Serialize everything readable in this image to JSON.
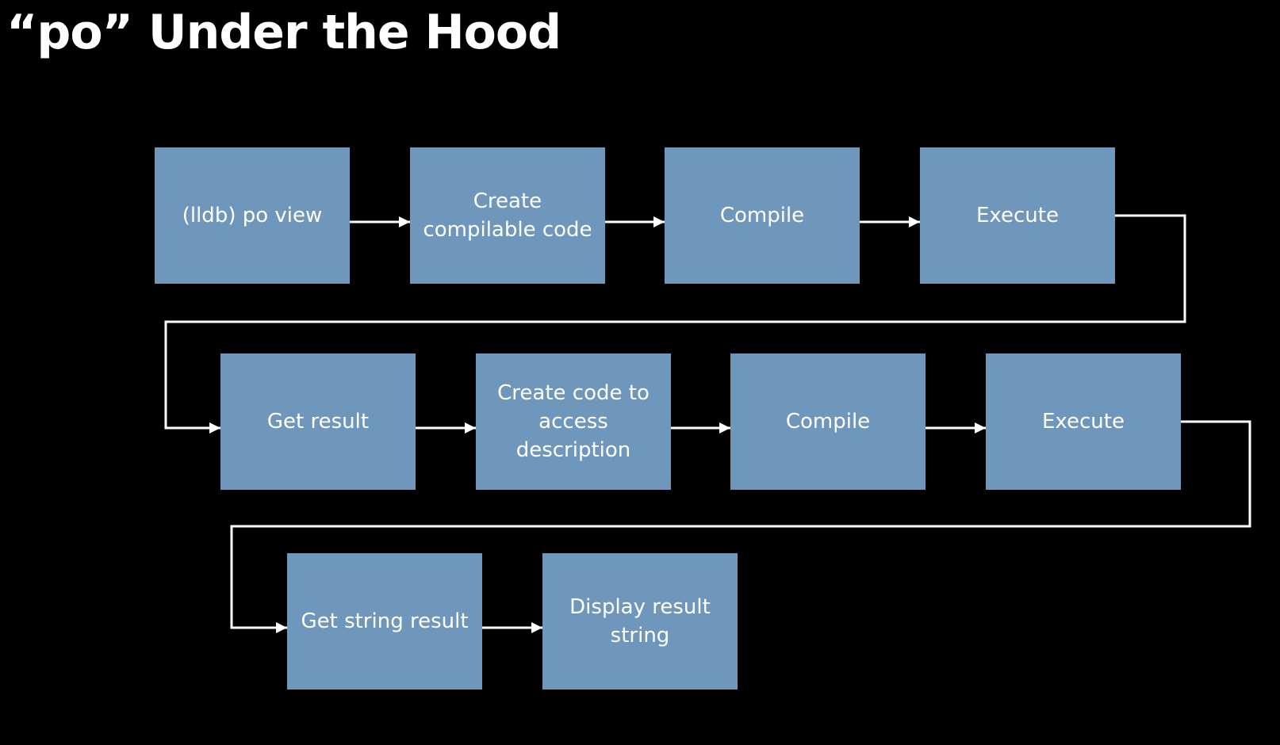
{
  "slide": {
    "title": "“po” Under the Hood"
  },
  "diagram": {
    "box_color": "#6f97bb",
    "text_color": "#ffffff",
    "background_color": "#000000",
    "line_color": "#ffffff",
    "nodes": [
      {
        "id": "lldb-po-view",
        "label": "(lldb) po view"
      },
      {
        "id": "create-compilable-code",
        "label": "Create\ncompilable code"
      },
      {
        "id": "compile-1",
        "label": "Compile"
      },
      {
        "id": "execute-1",
        "label": "Execute"
      },
      {
        "id": "get-result",
        "label": "Get result"
      },
      {
        "id": "create-code-access-description",
        "label": "Create code to\naccess\ndescription"
      },
      {
        "id": "compile-2",
        "label": "Compile"
      },
      {
        "id": "execute-2",
        "label": "Execute"
      },
      {
        "id": "get-string-result",
        "label": "Get string result"
      },
      {
        "id": "display-result-string",
        "label": "Display result\nstring"
      }
    ],
    "edges": [
      {
        "from": "lldb-po-view",
        "to": "create-compilable-code"
      },
      {
        "from": "create-compilable-code",
        "to": "compile-1"
      },
      {
        "from": "compile-1",
        "to": "execute-1"
      },
      {
        "from": "execute-1",
        "to": "get-result"
      },
      {
        "from": "get-result",
        "to": "create-code-access-description"
      },
      {
        "from": "create-code-access-description",
        "to": "compile-2"
      },
      {
        "from": "compile-2",
        "to": "execute-2"
      },
      {
        "from": "execute-2",
        "to": "get-string-result"
      },
      {
        "from": "get-string-result",
        "to": "display-result-string"
      }
    ]
  }
}
